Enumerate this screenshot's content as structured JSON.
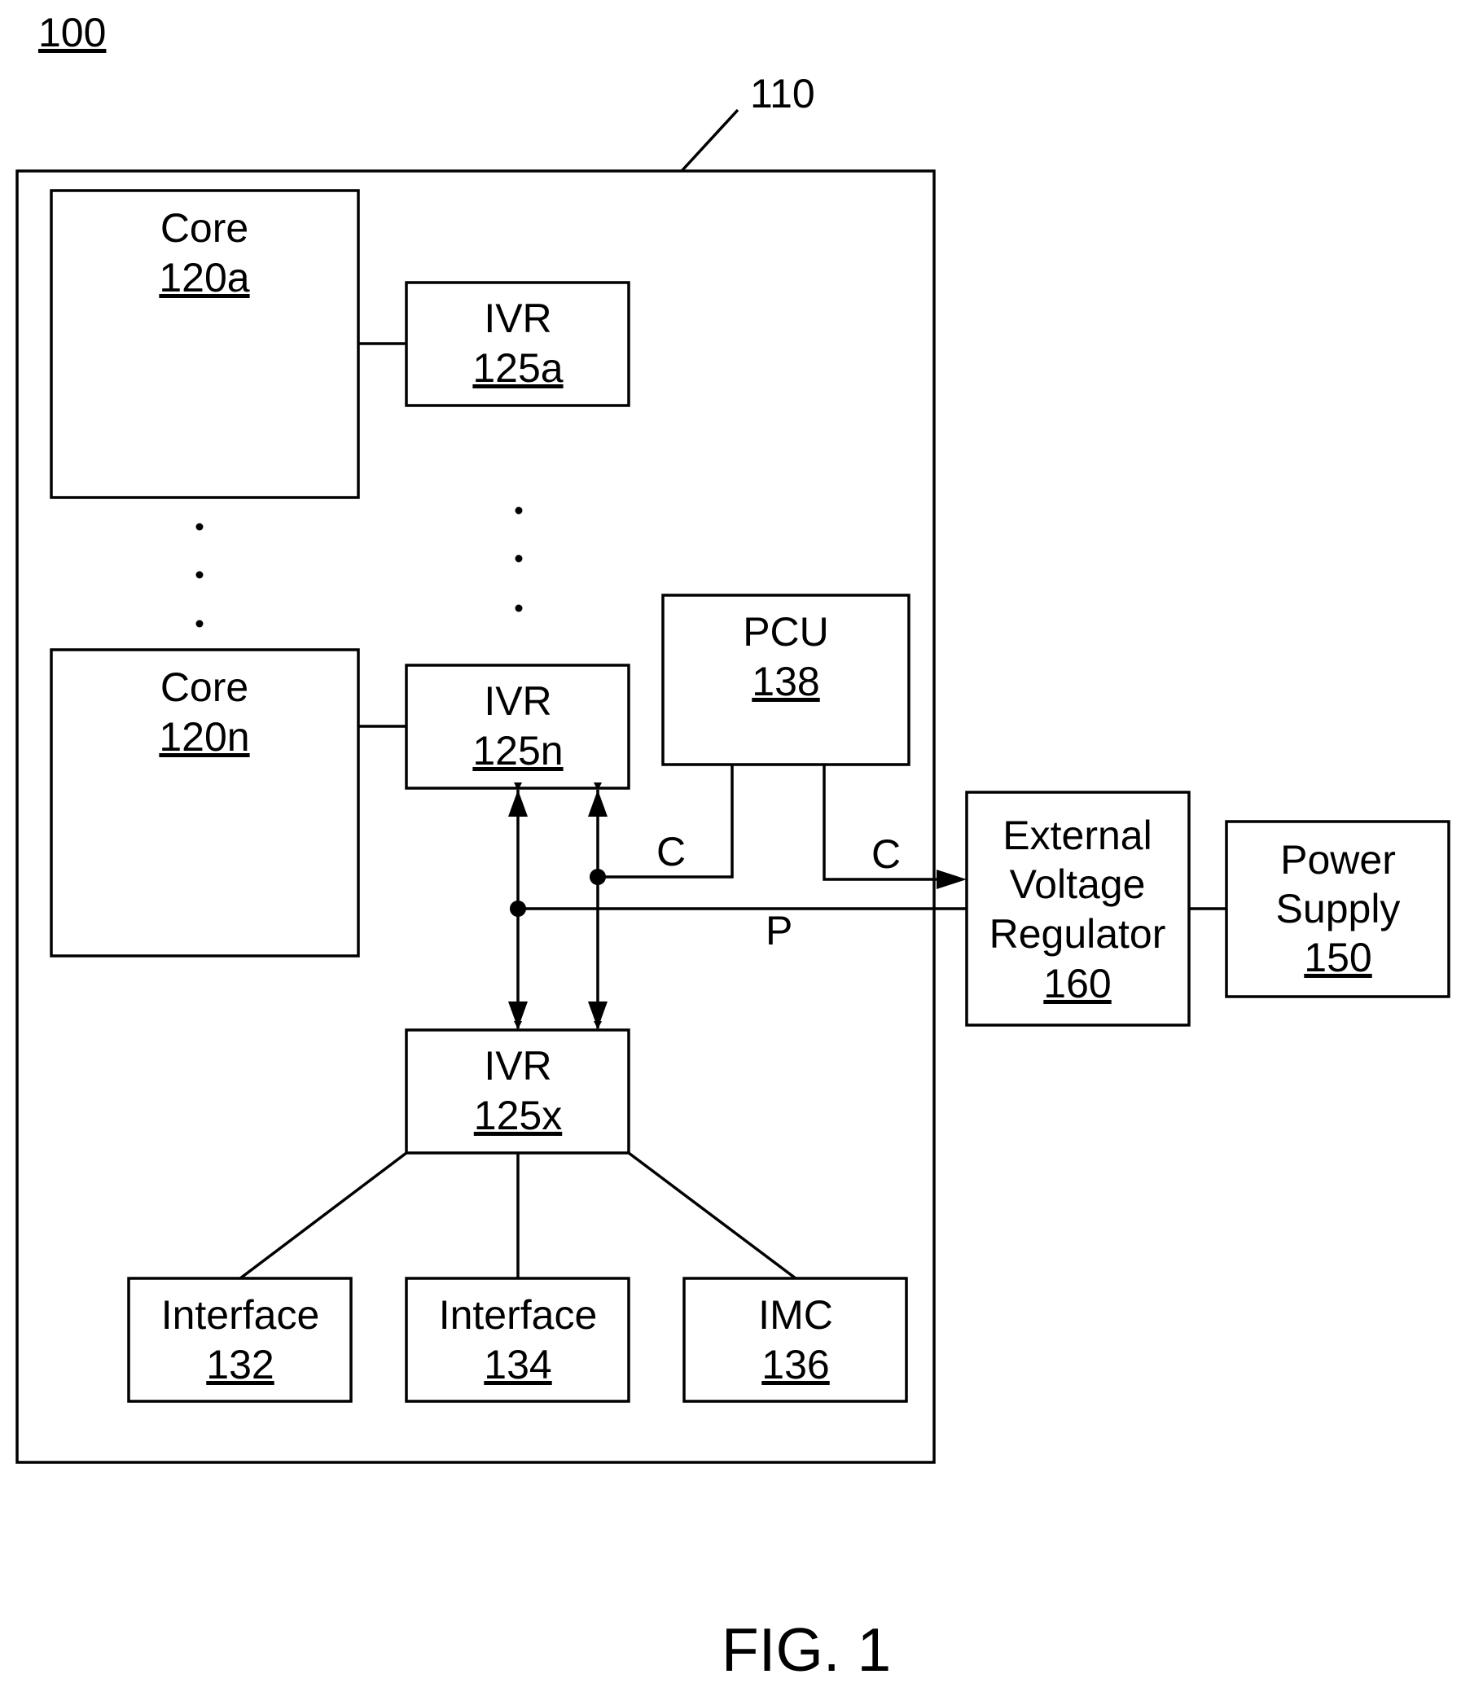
{
  "figure_number": "100",
  "chip_ref": "110",
  "blocks": {
    "core_a": {
      "title": "Core",
      "ref": "120a"
    },
    "core_n": {
      "title": "Core",
      "ref": "120n"
    },
    "ivr_a": {
      "title": "IVR",
      "ref": "125a"
    },
    "ivr_n": {
      "title": "IVR",
      "ref": "125n"
    },
    "ivr_x": {
      "title": "IVR",
      "ref": "125x"
    },
    "pcu": {
      "title": "PCU",
      "ref": "138"
    },
    "evr": {
      "line1": "External",
      "line2": "Voltage",
      "line3": "Regulator",
      "ref": "160"
    },
    "psu": {
      "line1": "Power",
      "line2": "Supply",
      "ref": "150"
    },
    "if132": {
      "title": "Interface",
      "ref": "132"
    },
    "if134": {
      "title": "Interface",
      "ref": "134"
    },
    "imc": {
      "title": "IMC",
      "ref": "136"
    }
  },
  "signals": {
    "control_left": "C",
    "control_right": "C",
    "power": "P"
  },
  "caption": "FIG. 1"
}
